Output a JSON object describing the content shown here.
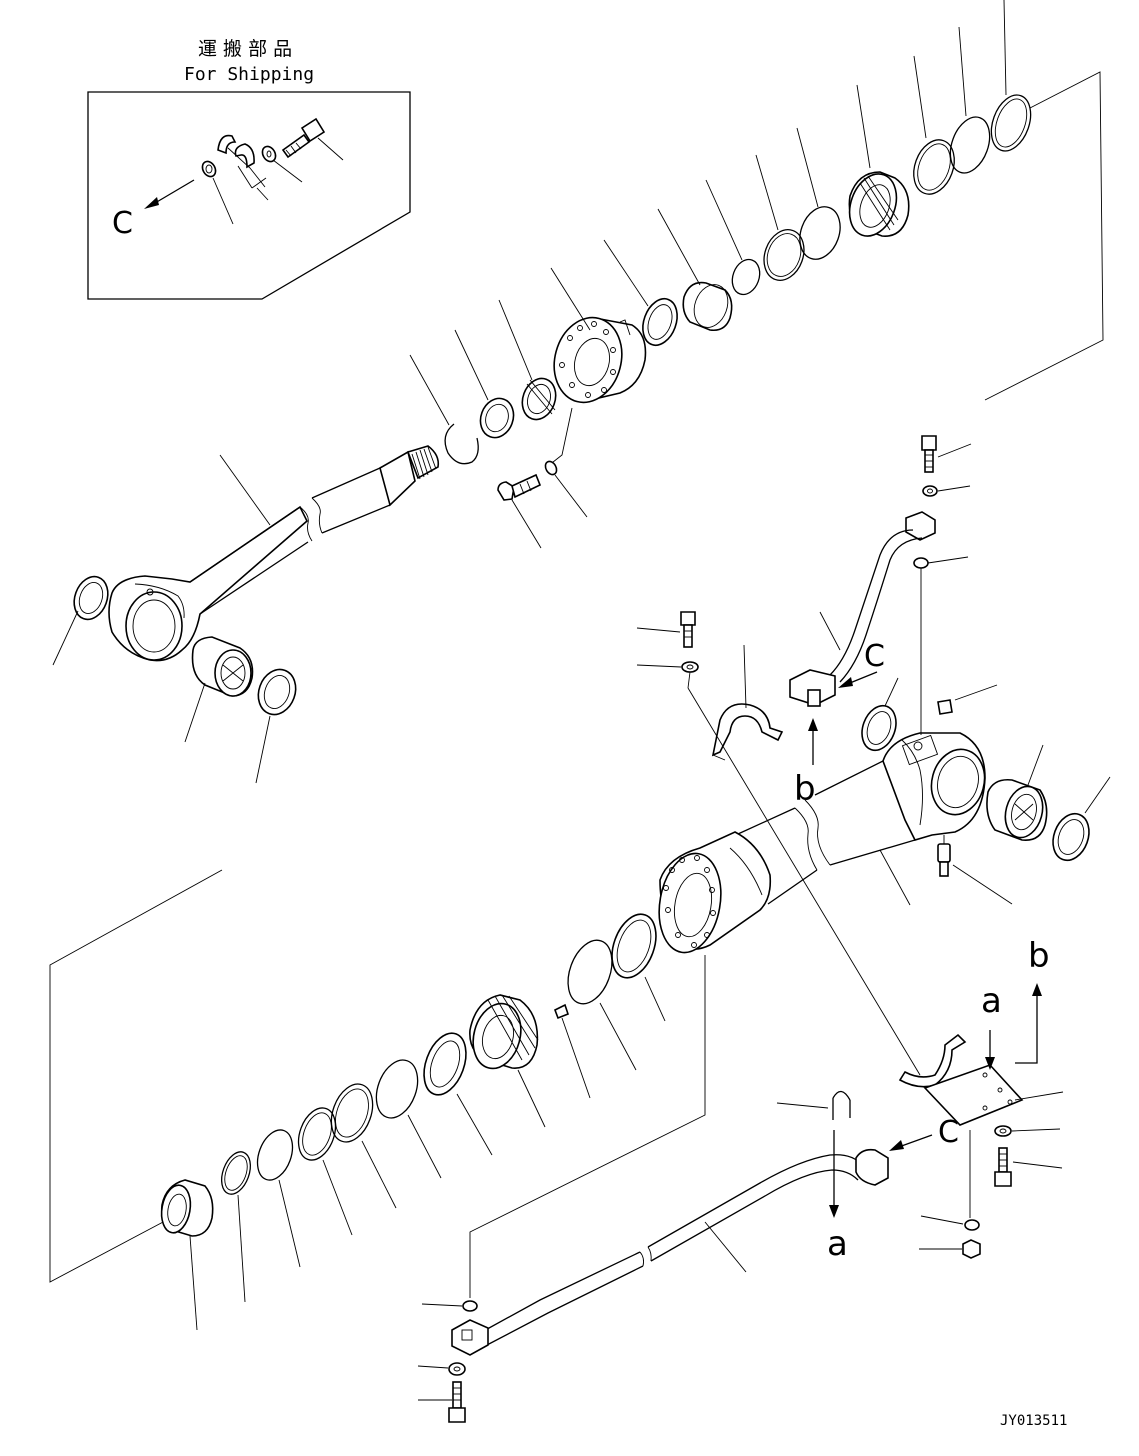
{
  "shipping_box": {
    "title_jp": "運 搬 部 品",
    "title_en": "For Shipping",
    "callout": "C"
  },
  "callouts": {
    "c_upper": "C",
    "c_lower": "C",
    "b_upper": "b",
    "b_lower": "b",
    "a_upper": "a",
    "a_lower": "a"
  },
  "drawing_code": "JY013511"
}
